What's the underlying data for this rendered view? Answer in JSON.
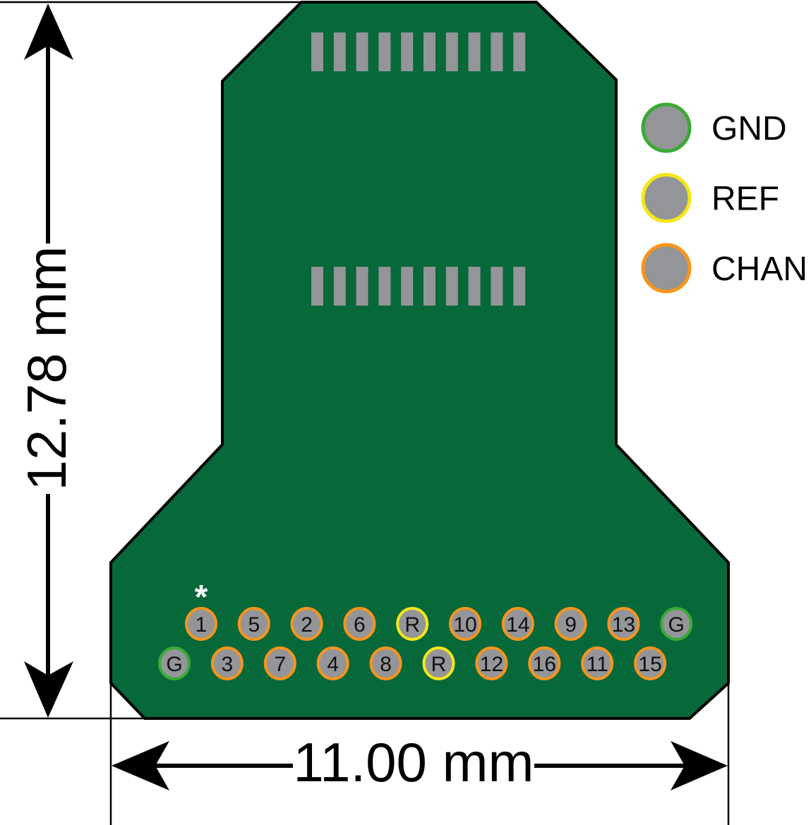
{
  "title_marker": "*",
  "dimensions": {
    "height_label": "12.78 mm",
    "width_label": "11.00 mm"
  },
  "colors": {
    "board": "#07683a",
    "pad": "#939598",
    "gnd": "#3aaa35",
    "ref": "#f5e617",
    "chan": "#f7941d"
  },
  "legend": [
    {
      "type": "gnd",
      "label": "GND"
    },
    {
      "type": "ref",
      "label": "REF"
    },
    {
      "type": "chan",
      "label": "CHAN"
    }
  ],
  "pin_rows": [
    [
      {
        "label": "1",
        "type": "chan"
      },
      {
        "label": "5",
        "type": "chan"
      },
      {
        "label": "2",
        "type": "chan"
      },
      {
        "label": "6",
        "type": "chan"
      },
      {
        "label": "R",
        "type": "ref"
      },
      {
        "label": "10",
        "type": "chan"
      },
      {
        "label": "14",
        "type": "chan"
      },
      {
        "label": "9",
        "type": "chan"
      },
      {
        "label": "13",
        "type": "chan"
      },
      {
        "label": "G",
        "type": "gnd"
      }
    ],
    [
      {
        "label": "G",
        "type": "gnd"
      },
      {
        "label": "3",
        "type": "chan"
      },
      {
        "label": "7",
        "type": "chan"
      },
      {
        "label": "4",
        "type": "chan"
      },
      {
        "label": "8",
        "type": "chan"
      },
      {
        "label": "R",
        "type": "ref"
      },
      {
        "label": "12",
        "type": "chan"
      },
      {
        "label": "16",
        "type": "chan"
      },
      {
        "label": "11",
        "type": "chan"
      },
      {
        "label": "15",
        "type": "chan"
      }
    ]
  ],
  "connector_pad_count": 10
}
